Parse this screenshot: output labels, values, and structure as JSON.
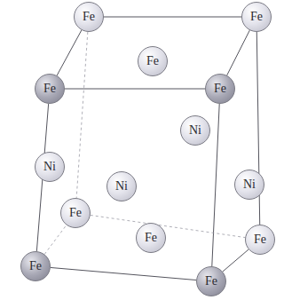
{
  "diagram": {
    "nodes": [
      {
        "text": [
          "Fe"
        ]
      },
      {
        "text": [
          "Fe"
        ]
      },
      {
        "text": [
          "Fe"
        ]
      },
      {
        "text": [
          "Fe"
        ]
      },
      {
        "text": [
          "Fe"
        ]
      },
      {
        "text": [
          "Ni"
        ]
      },
      {
        "text": [
          "Ni"
        ]
      },
      {
        "text": [
          "Ni"
        ]
      },
      {
        "text": [
          "Ni"
        ]
      },
      {
        "text": [
          "Fe"
        ]
      },
      {
        "text": [
          "Fe"
        ]
      },
      {
        "text": [
          "Fe"
        ]
      },
      {
        "text": [
          "Fe"
        ]
      },
      {
        "text": [
          "Fe"
        ]
      }
    ],
    "edges": [
      {
        "from": 0,
        "to": 1,
        "arrow": "none"
      },
      {
        "from": 1,
        "to": 4,
        "arrow": "none"
      },
      {
        "from": 4,
        "to": 3,
        "arrow": "none"
      },
      {
        "from": 3,
        "to": 0,
        "arrow": "none"
      },
      {
        "from": 0,
        "to": 9,
        "arrow": "none"
      },
      {
        "from": 1,
        "to": 11,
        "arrow": "none"
      },
      {
        "from": 3,
        "to": 12,
        "arrow": "none"
      },
      {
        "from": 4,
        "to": 13,
        "arrow": "none"
      },
      {
        "from": 9,
        "to": 11,
        "arrow": "none"
      },
      {
        "from": 11,
        "to": 13,
        "arrow": "none"
      },
      {
        "from": 13,
        "to": 12,
        "arrow": "none"
      },
      {
        "from": 12,
        "to": 9,
        "arrow": "none"
      }
    ]
  }
}
